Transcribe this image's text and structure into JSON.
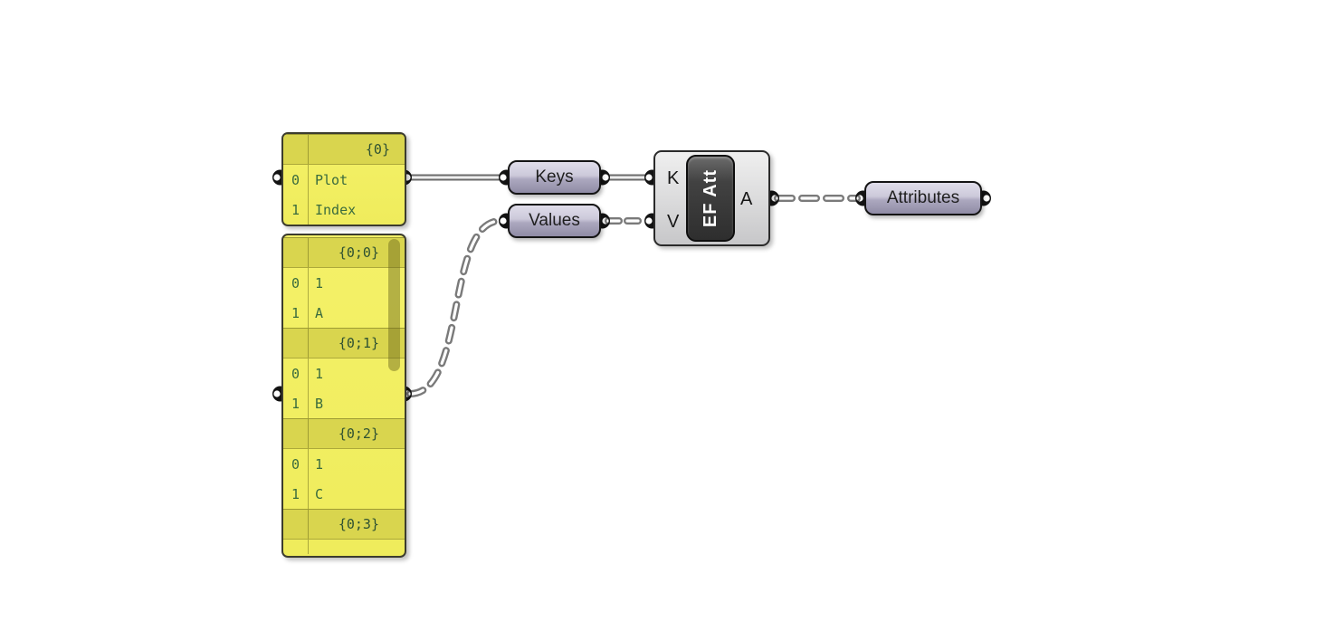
{
  "app": {
    "name": "Grasshopper node canvas"
  },
  "colors": {
    "canvas_bg": "#FFFFFF",
    "panel_body": "#F2EF62",
    "panel_header": "#D9D54E",
    "panel_text": "#3A6B3E",
    "capsule_top": "#E0DDEA",
    "capsule_bottom": "#8F8BA5",
    "component_body": "#DADADB",
    "name_capsule": "#2E2E2E",
    "wire_solid": "#6B6B6B",
    "wire_dashed": "#7A7A7A"
  },
  "keys_panel": {
    "rows": [
      {
        "path": "{0}"
      },
      {
        "index": "0",
        "value": "Plot"
      },
      {
        "index": "1",
        "value": "Index"
      }
    ]
  },
  "values_panel": {
    "rows": [
      {
        "path": "{0;0}"
      },
      {
        "index": "0",
        "value": "1"
      },
      {
        "index": "1",
        "value": "A"
      },
      {
        "path": "{0;1}"
      },
      {
        "index": "0",
        "value": "1"
      },
      {
        "index": "1",
        "value": "B"
      },
      {
        "path": "{0;2}"
      },
      {
        "index": "0",
        "value": "1"
      },
      {
        "index": "1",
        "value": "C"
      },
      {
        "path": "{0;3}"
      }
    ]
  },
  "keys_capsule": {
    "label": "Keys"
  },
  "values_capsule": {
    "label": "Values"
  },
  "attributes_capsule": {
    "label": "Attributes"
  },
  "ef_att": {
    "label": "EF Att",
    "input_k": "K",
    "input_v": "V",
    "output_a": "A"
  }
}
